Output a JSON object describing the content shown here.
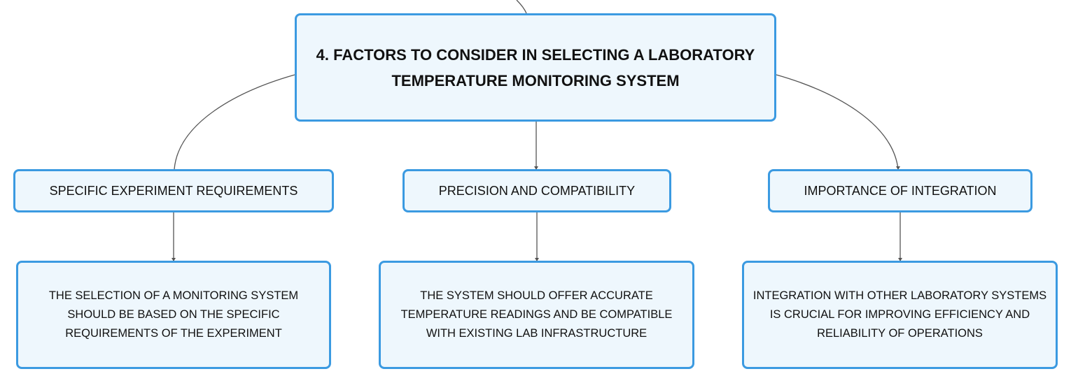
{
  "colors": {
    "node_border": "#3b9ae1",
    "node_fill": "#eef7fd",
    "connector": "#555555",
    "text": "#111111"
  },
  "root": {
    "title": "4. FACTORS TO CONSIDER IN SELECTING A LABORATORY TEMPERATURE MONITORING SYSTEM"
  },
  "branches": [
    {
      "label": "SPECIFIC EXPERIMENT REQUIREMENTS",
      "detail": "THE SELECTION OF A MONITORING SYSTEM SHOULD BE BASED ON THE SPECIFIC REQUIREMENTS OF THE EXPERIMENT"
    },
    {
      "label": "PRECISION AND COMPATIBILITY",
      "detail": "THE SYSTEM SHOULD OFFER ACCURATE TEMPERATURE READINGS AND BE COMPATIBLE WITH EXISTING LAB INFRASTRUCTURE"
    },
    {
      "label": "IMPORTANCE OF INTEGRATION",
      "detail": "INTEGRATION WITH OTHER LABORATORY SYSTEMS IS CRUCIAL FOR IMPROVING EFFICIENCY AND RELIABILITY OF OPERATIONS"
    }
  ]
}
